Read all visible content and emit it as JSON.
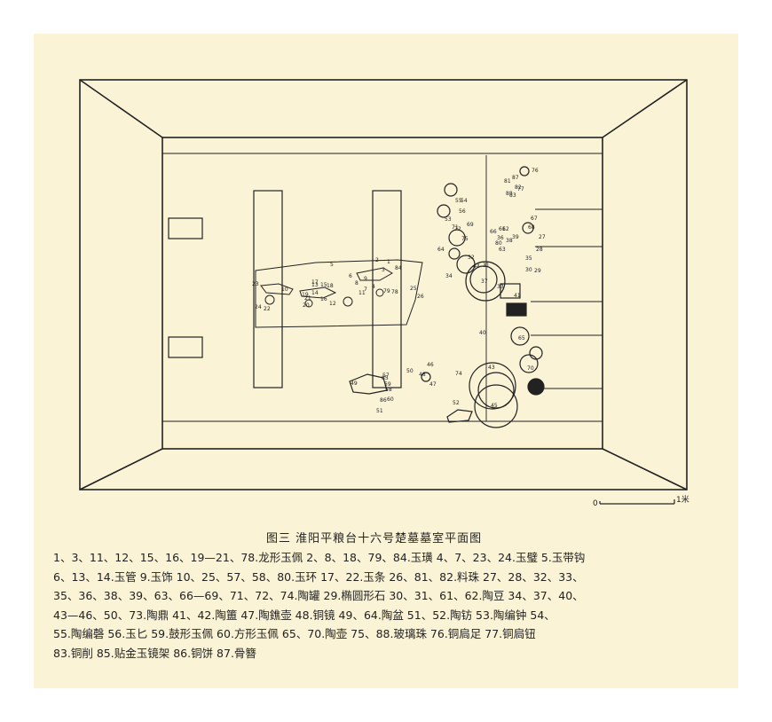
{
  "figure": {
    "title": "图三  淮阳平粮台十六号楚墓墓室平面图",
    "scale": {
      "zero": "0",
      "end": "1米"
    }
  },
  "numbers": [
    "1",
    "2",
    "3",
    "4",
    "5",
    "6",
    "7",
    "8",
    "9",
    "10",
    "11",
    "12",
    "13",
    "14",
    "15",
    "16",
    "17",
    "18",
    "19",
    "20",
    "21",
    "22",
    "23",
    "24",
    "25",
    "26",
    "27",
    "28",
    "29",
    "30",
    "31",
    "32",
    "33",
    "34",
    "35",
    "36",
    "37",
    "38",
    "39",
    "40",
    "41",
    "42",
    "43",
    "44",
    "45",
    "46",
    "47",
    "48",
    "49",
    "50",
    "51",
    "52",
    "53",
    "54",
    "55",
    "56",
    "57",
    "58",
    "59",
    "60",
    "61",
    "62",
    "63",
    "64",
    "65",
    "66",
    "67",
    "68",
    "69",
    "70",
    "71",
    "72",
    "73",
    "74",
    "75",
    "76",
    "77",
    "78",
    "79",
    "80",
    "81",
    "82",
    "83",
    "84",
    "85",
    "86",
    "87",
    "88"
  ],
  "legend_lines": [
    "1、3、11、12、15、16、19—21、78.龙形玉佩  2、8、18、79、84.玉璜  4、7、23、24.玉璧  5.玉带钩",
    "6、13、14.玉管  9.玉饰  10、25、57、58、80.玉环  17、22.玉条  26、81、82.料珠  27、28、32、33、",
    "35、36、38、39、63、66—69、71、72、74.陶罐  29.椭圆形石  30、31、61、62.陶豆  34、37、40、",
    "43—46、50、73.陶鼎  41、42.陶簠  47.陶鐎壶  48.铜镜  49、64.陶盆  51、52.陶钫  53.陶编钟  54、",
    "55.陶编磬  56.玉匕  59.鼓形玉佩  60.方形玉佩  65、70.陶壶  75、88.玻璃珠  76.铜扃足  77.铜扃钮",
    "83.铜削  85.贴金玉镜架  86.铜饼  87.骨簪"
  ]
}
